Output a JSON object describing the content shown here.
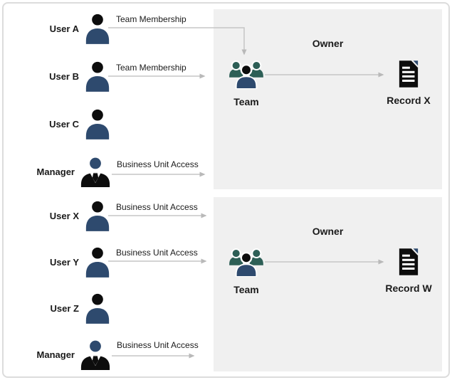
{
  "diagram": {
    "rows": [
      {
        "name": "User A",
        "icon": "user",
        "arrow_label": "Team Membership"
      },
      {
        "name": "User B",
        "icon": "user",
        "arrow_label": "Team Membership"
      },
      {
        "name": "User C",
        "icon": "user",
        "arrow_label": ""
      },
      {
        "name": "Manager",
        "icon": "manager",
        "arrow_label": "Business Unit Access"
      },
      {
        "name": "User X",
        "icon": "user",
        "arrow_label": "Business Unit Access"
      },
      {
        "name": "User Y",
        "icon": "user",
        "arrow_label": "Business Unit Access"
      },
      {
        "name": "User Z",
        "icon": "user",
        "arrow_label": ""
      },
      {
        "name": "Manager",
        "icon": "manager",
        "arrow_label": "Business Unit Access"
      }
    ],
    "groups": [
      {
        "title": "Owner",
        "team_label": "Team",
        "record_label": "Record X"
      },
      {
        "title": "Owner",
        "team_label": "Team",
        "record_label": "Record W"
      }
    ],
    "colors": {
      "navy": "#2e4a6e",
      "teal": "#2d5f56",
      "icon_black": "#0d0d0d",
      "panel_gray": "#f0f0f0",
      "arrow_gray": "#c6c6c6",
      "frame_gray": "#dcdcdc"
    }
  }
}
